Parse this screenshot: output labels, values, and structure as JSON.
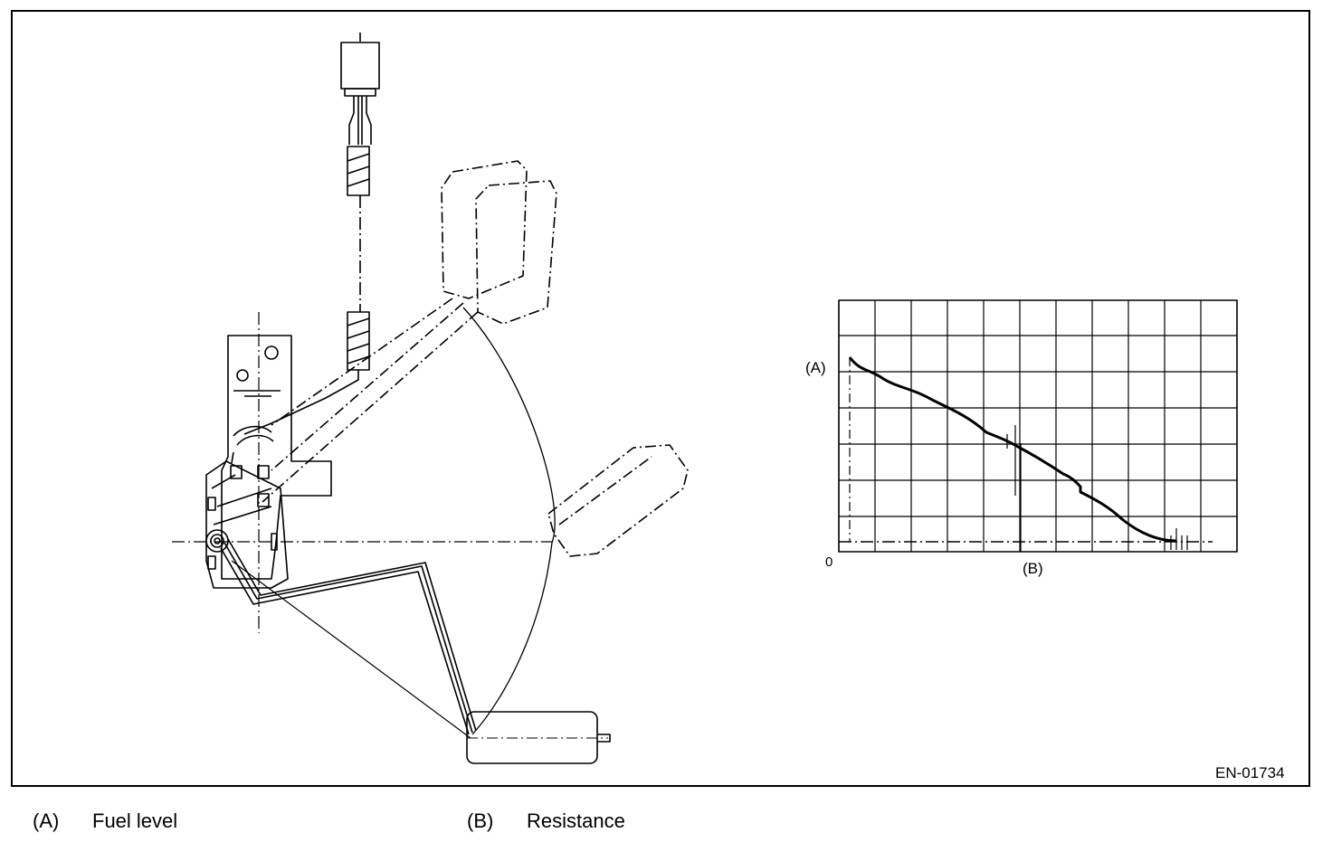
{
  "figure_code": "EN-01734",
  "graph": {
    "y_label": "(A)",
    "x_label": "(B)",
    "origin": "0"
  },
  "legend": [
    {
      "code": "(A)",
      "text": "Fuel level"
    },
    {
      "code": "(B)",
      "text": "Resistance"
    }
  ]
}
